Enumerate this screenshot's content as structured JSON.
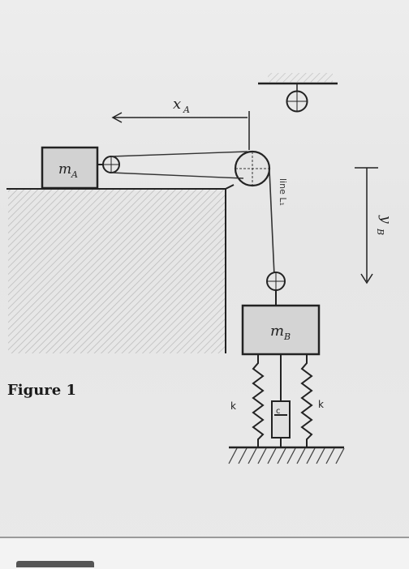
{
  "labels": {
    "mass_a": "m",
    "mass_a_sub": "A",
    "mass_b": "m",
    "mass_b_sub": "B",
    "xa": "x",
    "xa_sub": "A",
    "yb": "y",
    "yb_sub": "B",
    "line": "line L₁",
    "spring_left": "k",
    "spring_right": "k",
    "damper": "c",
    "figure": "Figure 1"
  },
  "colors": {
    "ink": "#2b2b2b",
    "paper": "#e9e9e9",
    "hatch": "#9a9a9a",
    "mass_fill": "#cfcfcf"
  }
}
